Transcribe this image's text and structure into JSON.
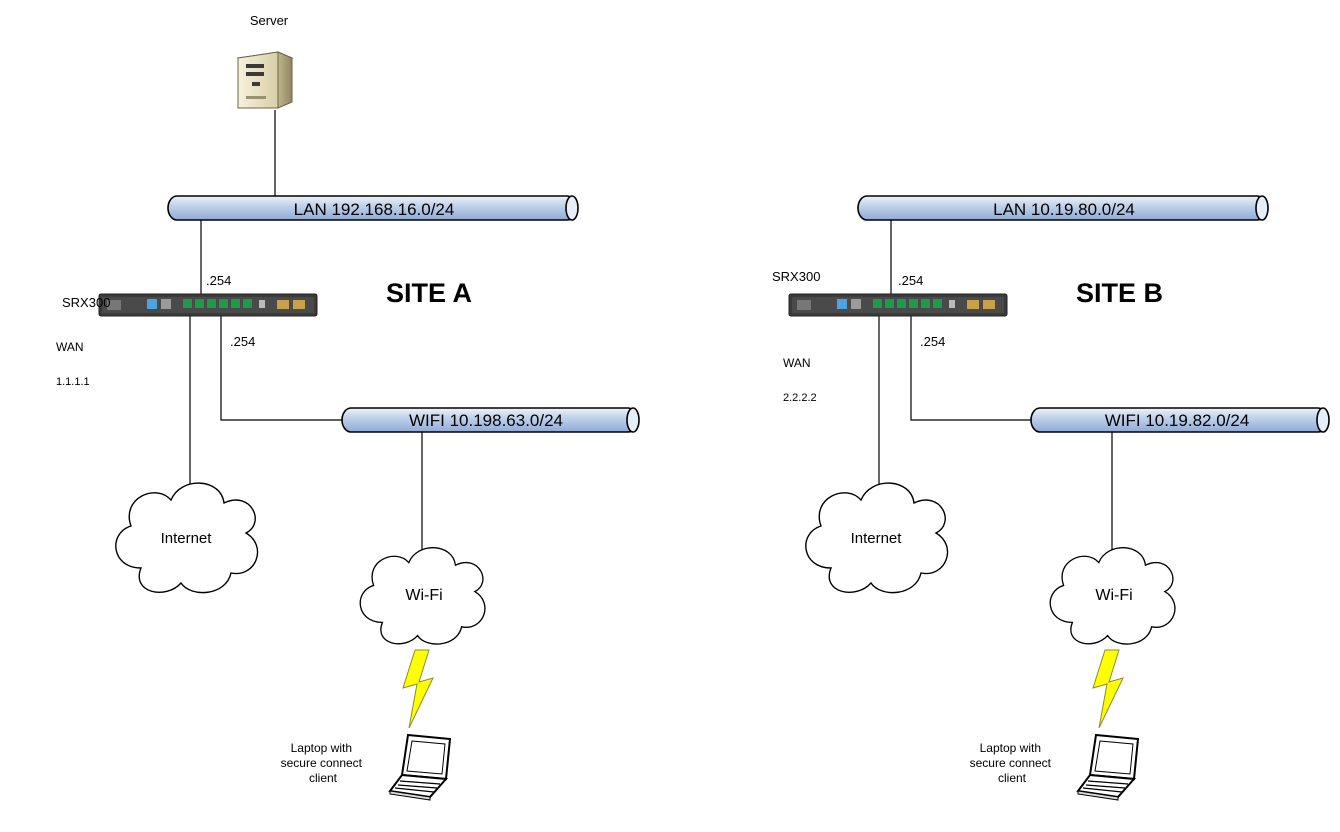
{
  "site_a": {
    "server_label": "Server",
    "lan_label": "LAN 192.168.16.0/24",
    "router_label": "SRX300",
    "lan_port": ".254",
    "wifi_port": ".254",
    "site_title": "SITE A",
    "wan_label": "WAN",
    "wan_ip": "1.1.1.1",
    "wifi_label": "WIFI 10.198.63.0/24",
    "internet_label": "Internet",
    "wifi_cloud_label": "Wi-Fi",
    "laptop_label": [
      "Laptop with",
      "secure connect",
      "client"
    ]
  },
  "site_b": {
    "lan_label": "LAN 10.19.80.0/24",
    "router_label": "SRX300",
    "lan_port": ".254",
    "wifi_port": ".254",
    "site_title": "SITE B",
    "wan_label": "WAN",
    "wan_ip": "2.2.2.2",
    "wifi_label": "WIFI 10.19.82.0/24",
    "internet_label": "Internet",
    "wifi_cloud_label": "Wi-Fi",
    "laptop_label": [
      "Laptop with",
      "secure connect",
      "client"
    ]
  },
  "colors": {
    "pipe_light": "#dbe6f4",
    "pipe_mid": "#a9c1e2",
    "pipe_dark": "#7f9fcf",
    "line": "#000000",
    "lightning": "#ffff00",
    "router_body": "#3a3a3a",
    "port_green": "#1d9a4a"
  }
}
